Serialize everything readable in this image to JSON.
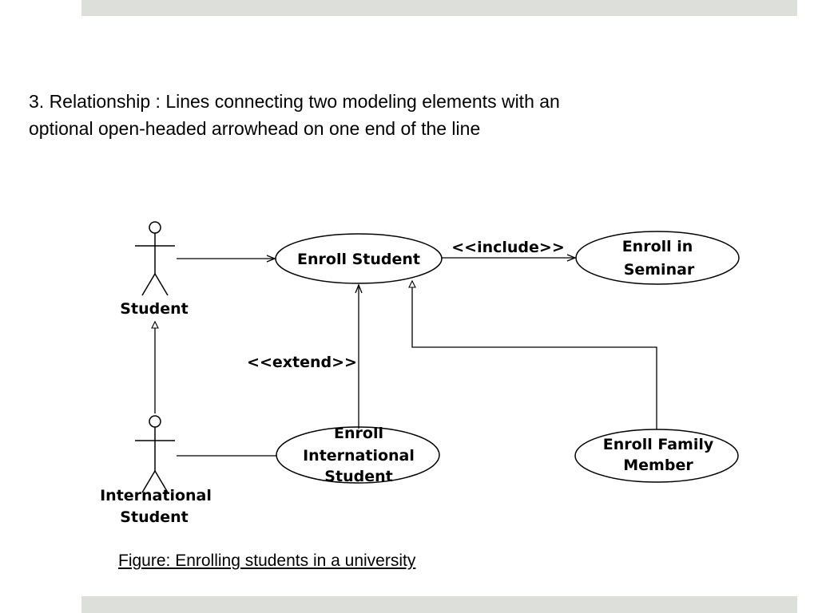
{
  "slide": {
    "heading_line1": "3. Relationship : Lines connecting two modeling elements with an",
    "heading_line2": "optional open-headed arrowhead on one end of the line",
    "caption": "Figure: Enrolling students in a university"
  },
  "diagram": {
    "actors": {
      "student": "Student",
      "international_line1": "International",
      "international_line2": "Student"
    },
    "use_cases": {
      "enroll_student": "Enroll Student",
      "seminar_line1": "Enroll in",
      "seminar_line2": "Seminar",
      "intl_line1": "Enroll",
      "intl_line2": "International",
      "intl_line3": "Student",
      "family_line1": "Enroll Family",
      "family_line2": "Member"
    },
    "relations": {
      "include_label": "<<include>>",
      "extend_label": "<<extend>>"
    }
  }
}
